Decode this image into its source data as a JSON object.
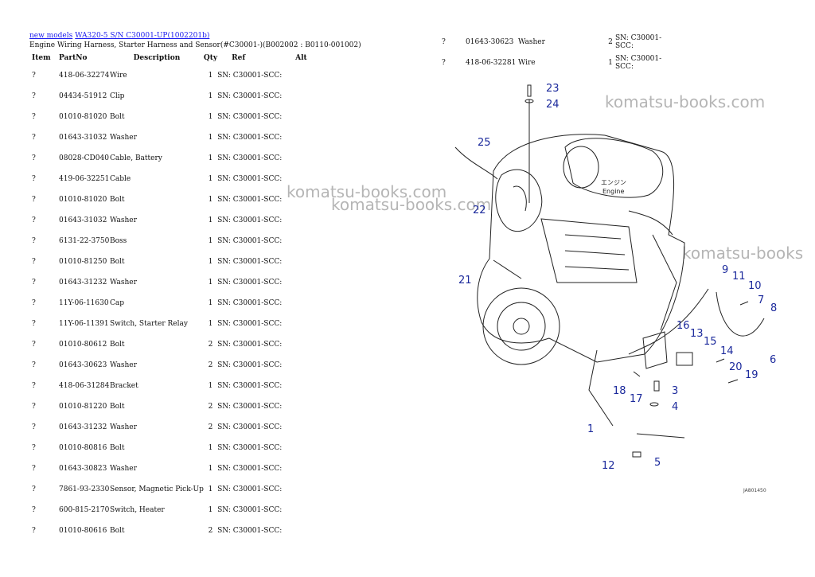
{
  "breadcrumb": {
    "links": [
      "new models",
      "WA320-5 S/N C30001-UP(1002201b)"
    ]
  },
  "subtitle": "Engine Wiring Harness, Starter Harness and Sensor(#C30001-)(B002002 : B0110-001002)",
  "columns": [
    "Item",
    "PartNo",
    "Description",
    "Qty",
    "Ref",
    "Alt"
  ],
  "left_rows": [
    {
      "item": "?",
      "part": "418-06-32274",
      "desc": "Wire",
      "qty": "1",
      "ref": "SN: C30001-SCC:"
    },
    {
      "item": "?",
      "part": "04434-51912",
      "desc": "Clip",
      "qty": "1",
      "ref": "SN: C30001-SCC:"
    },
    {
      "item": "?",
      "part": "01010-81020",
      "desc": "Bolt",
      "qty": "1",
      "ref": "SN: C30001-SCC:"
    },
    {
      "item": "?",
      "part": "01643-31032",
      "desc": "Washer",
      "qty": "1",
      "ref": "SN: C30001-SCC:"
    },
    {
      "item": "?",
      "part": "08028-CD040",
      "desc": "Cable, Battery",
      "qty": "1",
      "ref": "SN: C30001-SCC:"
    },
    {
      "item": "?",
      "part": "419-06-32251",
      "desc": "Cable",
      "qty": "1",
      "ref": "SN: C30001-SCC:"
    },
    {
      "item": "?",
      "part": "01010-81020",
      "desc": "Bolt",
      "qty": "1",
      "ref": "SN: C30001-SCC:"
    },
    {
      "item": "?",
      "part": "01643-31032",
      "desc": "Washer",
      "qty": "1",
      "ref": "SN: C30001-SCC:"
    },
    {
      "item": "?",
      "part": "6131-22-3750",
      "desc": "Boss",
      "qty": "1",
      "ref": "SN: C30001-SCC:"
    },
    {
      "item": "?",
      "part": "01010-81250",
      "desc": "Bolt",
      "qty": "1",
      "ref": "SN: C30001-SCC:"
    },
    {
      "item": "?",
      "part": "01643-31232",
      "desc": "Washer",
      "qty": "1",
      "ref": "SN: C30001-SCC:"
    },
    {
      "item": "?",
      "part": "11Y-06-11630",
      "desc": "Cap",
      "qty": "1",
      "ref": "SN: C30001-SCC:"
    },
    {
      "item": "?",
      "part": "11Y-06-11391",
      "desc": "Switch, Starter Relay",
      "qty": "1",
      "ref": "SN: C30001-SCC:"
    },
    {
      "item": "?",
      "part": "01010-80612",
      "desc": "Bolt",
      "qty": "2",
      "ref": "SN: C30001-SCC:"
    },
    {
      "item": "?",
      "part": "01643-30623",
      "desc": "Washer",
      "qty": "2",
      "ref": "SN: C30001-SCC:"
    },
    {
      "item": "?",
      "part": "418-06-31284",
      "desc": "Bracket",
      "qty": "1",
      "ref": "SN: C30001-SCC:"
    },
    {
      "item": "?",
      "part": "01010-81220",
      "desc": "Bolt",
      "qty": "2",
      "ref": "SN: C30001-SCC:"
    },
    {
      "item": "?",
      "part": "01643-31232",
      "desc": "Washer",
      "qty": "2",
      "ref": "SN: C30001-SCC:"
    },
    {
      "item": "?",
      "part": "01010-80816",
      "desc": "Bolt",
      "qty": "1",
      "ref": "SN: C30001-SCC:"
    },
    {
      "item": "?",
      "part": "01643-30823",
      "desc": "Washer",
      "qty": "1",
      "ref": "SN: C30001-SCC:"
    },
    {
      "item": "?",
      "part": "7861-93-2330",
      "desc": "Sensor, Magnetic Pick-Up",
      "qty": "1",
      "ref": "SN: C30001-SCC:"
    },
    {
      "item": "?",
      "part": "600-815-2170",
      "desc": "Switch, Heater",
      "qty": "1",
      "ref": "SN: C30001-SCC:"
    },
    {
      "item": "?",
      "part": "01010-80616",
      "desc": "Bolt",
      "qty": "2",
      "ref": "SN: C30001-SCC:"
    }
  ],
  "right_rows": [
    {
      "item": "?",
      "part": "01643-30623",
      "desc": "Washer",
      "qty": "2",
      "ref": "SN: C30001-SCC:"
    },
    {
      "item": "?",
      "part": "418-06-32281",
      "desc": "Wire",
      "qty": "1",
      "ref": "SN: C30001-SCC:"
    }
  ],
  "watermarks": [
    "komatsu-books.com",
    "komatsu-books.com",
    "komatsu-books.com",
    "komatsu-books"
  ],
  "diagram": {
    "engine_label_jp": "エンジン",
    "engine_label_en": "Engine",
    "drawing_code": "JA801450",
    "callouts": [
      "23",
      "24",
      "25",
      "22",
      "21",
      "9",
      "11",
      "10",
      "7",
      "8",
      "6",
      "16",
      "13",
      "15",
      "14",
      "20",
      "19",
      "18",
      "17",
      "3",
      "4",
      "1",
      "5",
      "12"
    ]
  }
}
